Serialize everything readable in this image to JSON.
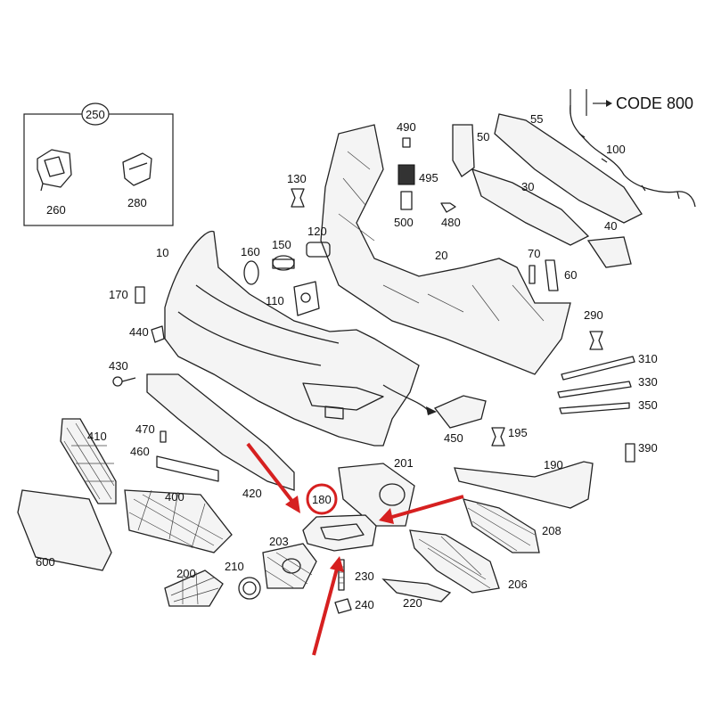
{
  "code_box": {
    "text": "CODE 800"
  },
  "kit_box": {
    "label": "250",
    "items": [
      "260",
      "280"
    ]
  },
  "callouts": [
    "490",
    "495",
    "500",
    "480",
    "130",
    "55",
    "50",
    "100",
    "30",
    "40",
    "10",
    "160",
    "150",
    "120",
    "20",
    "70",
    "60",
    "170",
    "110",
    "290",
    "440",
    "310",
    "330",
    "430",
    "350",
    "470",
    "195",
    "450",
    "390",
    "410",
    "460",
    "201",
    "190",
    "420",
    "208",
    "400",
    "203",
    "600",
    "210",
    "200",
    "230",
    "206",
    "240",
    "220"
  ],
  "highlight": {
    "label": "180"
  },
  "colors": {
    "highlight": "#d62020",
    "line": "#222222"
  }
}
